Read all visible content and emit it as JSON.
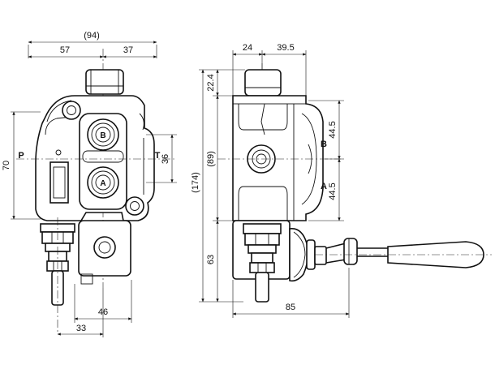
{
  "front_view": {
    "overall_width": "(94)",
    "left_to_center": "57",
    "center_to_right": "37",
    "port_spacing": "70",
    "port_offset": "36",
    "bottom_width": "46",
    "spool_offset": "33",
    "ports": {
      "p": "P",
      "t": "T",
      "b": "B",
      "a": "A"
    }
  },
  "side_view": {
    "top_left": "24",
    "top_right": "39.5",
    "cap_height": "22.4",
    "overall_height": "(174)",
    "body_height": "(89)",
    "upper_port": "44.5",
    "lower_port": "44.5",
    "lower_height": "63",
    "lever_width": "85",
    "ports": {
      "b": "B",
      "a": "A"
    }
  }
}
